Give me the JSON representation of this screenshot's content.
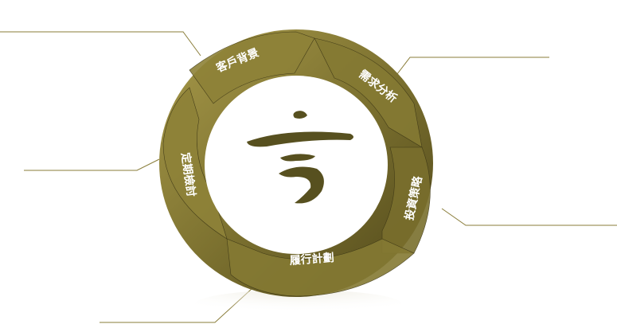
{
  "cycle": {
    "steps": [
      {
        "id": "client-background",
        "label": "客戶背景"
      },
      {
        "id": "needs-analysis",
        "label": "需求分析"
      },
      {
        "id": "investment-strategy",
        "label": "投資策略"
      },
      {
        "id": "execution-plan",
        "label": "履行計劃"
      },
      {
        "id": "periodic-review",
        "label": "定期檢討"
      }
    ]
  },
  "colors": {
    "ring_dark": "#5b5220",
    "ring_mid": "#7d7230",
    "ring_light": "#9a8d42",
    "arrow_shadow": "#3e3816",
    "leader_line": "#8a7d3a",
    "logo": "#57501f"
  },
  "logo": {
    "name": "brush-logo-icon"
  }
}
